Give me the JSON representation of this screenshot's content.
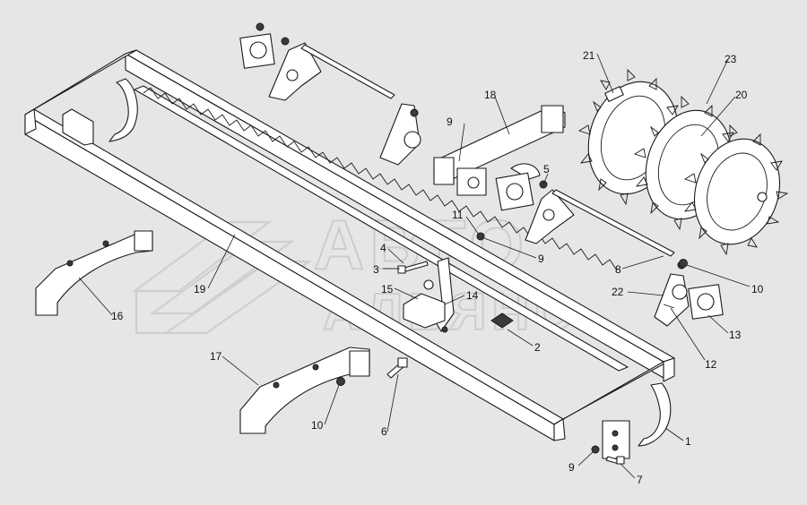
{
  "diagram": {
    "callouts": [
      {
        "id": "c1",
        "label": "1"
      },
      {
        "id": "c2",
        "label": "2"
      },
      {
        "id": "c3",
        "label": "3"
      },
      {
        "id": "c4",
        "label": "4"
      },
      {
        "id": "c5",
        "label": "5"
      },
      {
        "id": "c6",
        "label": "6"
      },
      {
        "id": "c7",
        "label": "7"
      },
      {
        "id": "c8",
        "label": "8"
      },
      {
        "id": "c9a",
        "label": "9"
      },
      {
        "id": "c9b",
        "label": "9"
      },
      {
        "id": "c9c",
        "label": "9"
      },
      {
        "id": "c10a",
        "label": "10"
      },
      {
        "id": "c10b",
        "label": "10"
      },
      {
        "id": "c11",
        "label": "11"
      },
      {
        "id": "c12",
        "label": "12"
      },
      {
        "id": "c13",
        "label": "13"
      },
      {
        "id": "c14",
        "label": "14"
      },
      {
        "id": "c15",
        "label": "15"
      },
      {
        "id": "c16",
        "label": "16"
      },
      {
        "id": "c17",
        "label": "17"
      },
      {
        "id": "c18",
        "label": "18"
      },
      {
        "id": "c19",
        "label": "19"
      },
      {
        "id": "c20",
        "label": "20"
      },
      {
        "id": "c21",
        "label": "21"
      },
      {
        "id": "c22",
        "label": "22"
      },
      {
        "id": "c23",
        "label": "23"
      }
    ]
  },
  "watermark": {
    "line1": "АВТО",
    "line2": "АЛЬЯНС"
  },
  "colors": {
    "background": "#e6e6e6",
    "ink": "#1a1a1a",
    "watermark": "#cdcdcd"
  }
}
